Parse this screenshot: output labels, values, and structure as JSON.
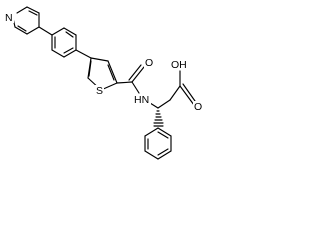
{
  "structure": {
    "atoms": {
      "pyridine_n": "N",
      "thiophene_s": "S",
      "carbonyl_o": "O",
      "amide_nh": "HN",
      "acid_oh": "OH",
      "acid_o": "O"
    }
  }
}
